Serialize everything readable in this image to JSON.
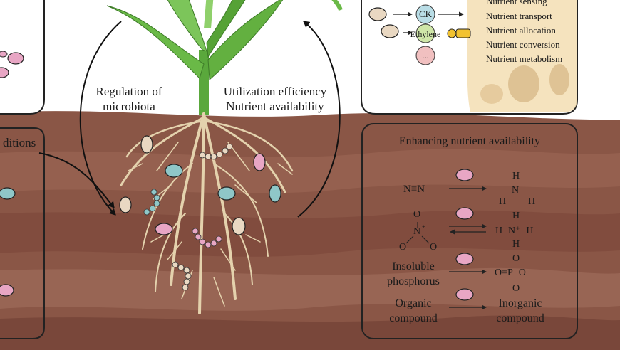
{
  "left_labels": {
    "regulation_line1": "Regulation of",
    "regulation_line2": "microbiota",
    "utilization_line1": "Utilization efficiency",
    "utilization_line2": "Nutrient availability"
  },
  "left_panel": {
    "partial_title": "ditions"
  },
  "top_right_panel": {
    "hormones": [
      "CK",
      "Ethylene",
      "..."
    ],
    "nutrient_items": [
      "Nutrient sensing",
      "Nutrient transport",
      "Nutrient allocation",
      "Nutrient conversion",
      "Nutrient metabolism"
    ]
  },
  "availability_panel": {
    "title": "Enhancing nutrient availability",
    "n2": "N≡N",
    "nh3": {
      "h_top": "H",
      "n": "N",
      "h_left": "H",
      "h_right": "H"
    },
    "nitrate": {
      "o_top": "O",
      "n": "N",
      "plus": "+",
      "o_left": "O",
      "o_right": "O",
      "minus": "-"
    },
    "ammonium": {
      "h_top": "H",
      "row": "H−N⁺−H",
      "h_bottom": "H"
    },
    "insoluble_line1": "Insoluble",
    "insoluble_line2": "phosphorus",
    "phosphate": {
      "o_top": "O",
      "row": "O=P−O",
      "o_bottom": "O"
    },
    "organic_line1": "Organic",
    "organic_line2": "compound",
    "inorganic_line1": "Inorganic",
    "inorganic_line2": "compound"
  },
  "colors": {
    "soil_dark": "#7a4a3c",
    "soil_mid": "#8b5a48",
    "soil_light": "#a06c58",
    "root": "#e4d2ad",
    "leaf": "#5aa83c",
    "microbe_pink": "#e8a6c4",
    "microbe_teal": "#8fc7c8",
    "microbe_beige": "#e9d8c2"
  }
}
